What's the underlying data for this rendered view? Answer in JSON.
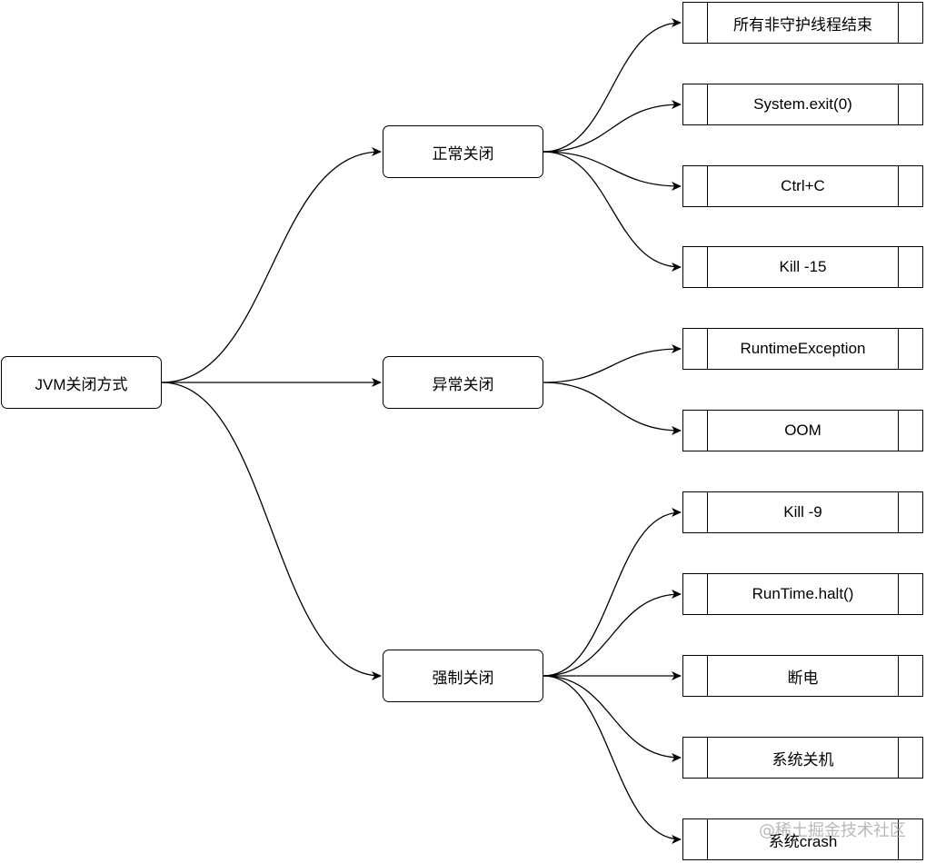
{
  "root": {
    "label": "JVM关闭方式"
  },
  "branches": [
    {
      "label": "正常关闭",
      "leaves": [
        "所有非守护线程结束",
        "System.exit(0)",
        "Ctrl+C",
        "Kill -15"
      ]
    },
    {
      "label": "异常关闭",
      "leaves": [
        "RuntimeException",
        "OOM"
      ]
    },
    {
      "label": "强制关闭",
      "leaves": [
        "Kill -9",
        "RunTime.halt()",
        "断电",
        "系统关机",
        "系统crash"
      ]
    }
  ],
  "watermark": "@稀土掘金技术社区",
  "colors": {
    "stroke": "#000000",
    "background": "#ffffff"
  }
}
